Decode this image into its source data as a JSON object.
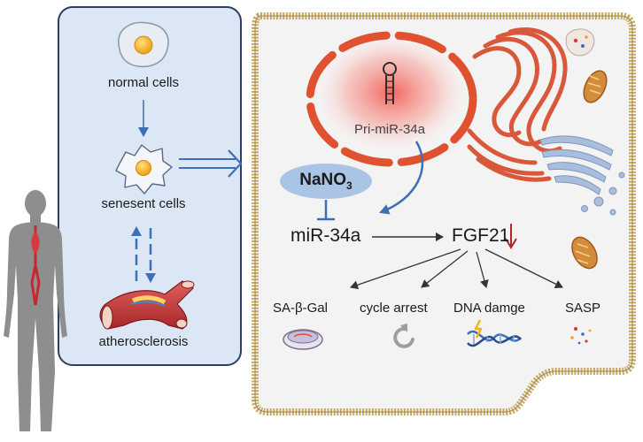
{
  "left_panel": {
    "normal_cells": "normal cells",
    "senescent_cells": "senesent cells",
    "atherosclerosis": "atherosclerosis"
  },
  "cell_panel": {
    "pri_mir": "Pri-miR-34a",
    "nano3_prefix": "NaNO",
    "nano3_sub": "3",
    "mir34a": "miR-34a",
    "fgf21": "FGF21",
    "outcomes": [
      "SA-β-Gal",
      "cycle arrest",
      "DNA damge",
      "SASP"
    ]
  },
  "colors": {
    "left_panel_fill": "#dce7f5",
    "left_panel_stroke": "#2d3f63",
    "cell_fill": "#f3f3f3",
    "membrane": "#c9a862",
    "nucleus": "#e2553a",
    "er": "#d9573a",
    "arrow_blue": "#3d6fb6",
    "down_arrow": "#b3262b",
    "nano3_fill": "#aac4e6"
  }
}
